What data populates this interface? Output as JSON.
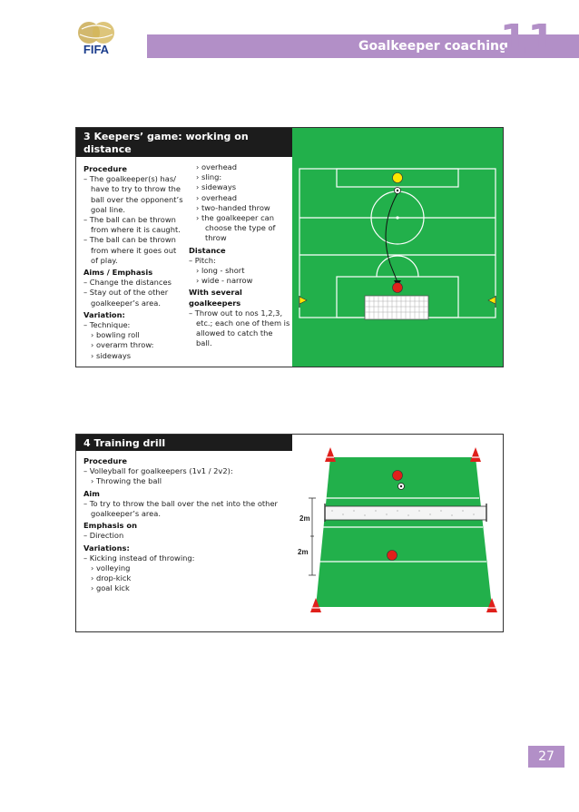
{
  "header": {
    "logo_text": "FIFA",
    "title": "Goalkeeper coaching",
    "chapter": "11"
  },
  "section3": {
    "title_line1": "3  Keepers’ game: working on distance",
    "title_line2": "(+ direction)",
    "col1": [
      {
        "t": "h",
        "text": "Procedure"
      },
      {
        "t": "d",
        "text": "– The goalkeeper(s) has/ have to try to throw the ball over the opponent’s goal line."
      },
      {
        "t": "d",
        "text": "– The ball can be thrown from where it is caught."
      },
      {
        "t": "d",
        "text": "– The ball can be thrown from where it goes out of play."
      },
      {
        "t": "h",
        "text": "Aims / Emphasis"
      },
      {
        "t": "d",
        "text": "– Change the distances"
      },
      {
        "t": "d",
        "text": "– Stay out of the other goalkeeper’s area."
      },
      {
        "t": "h",
        "text": "Variation:"
      },
      {
        "t": "d",
        "text": "– Technique:"
      },
      {
        "t": "a",
        "text": "› bowling roll"
      },
      {
        "t": "a",
        "text": "› overarm throw:"
      },
      {
        "t": "a",
        "text": "› sideways"
      }
    ],
    "col2": [
      {
        "t": "a",
        "text": "› overhead"
      },
      {
        "t": "a",
        "text": "› sling:"
      },
      {
        "t": "a",
        "text": "› sideways"
      },
      {
        "t": "a",
        "text": "› overhead"
      },
      {
        "t": "a",
        "text": "› two-handed throw"
      },
      {
        "t": "a",
        "text": "› the goalkeeper can choose the type of throw"
      },
      {
        "t": "h",
        "text": "Distance"
      },
      {
        "t": "d",
        "text": "– Pitch:"
      },
      {
        "t": "a",
        "text": "› long - short"
      },
      {
        "t": "a",
        "text": "› wide - narrow"
      },
      {
        "t": "h",
        "text": "With several goalkeepers"
      },
      {
        "t": "d",
        "text": "– Throw out to nos 1,2,3, etc.; each one of them is allowed to catch the ball."
      }
    ]
  },
  "section4": {
    "title": "4  Training drill",
    "col": [
      {
        "t": "h",
        "text": "Procedure"
      },
      {
        "t": "d",
        "text": "– Volleyball for goalkeepers (1v1 / 2v2):"
      },
      {
        "t": "a",
        "text": "› Throwing the ball"
      },
      {
        "t": "h",
        "text": "Aim"
      },
      {
        "t": "d",
        "text": "– To try to throw the ball over the net into the other goalkeeper’s area."
      },
      {
        "t": "h",
        "text": "Emphasis on"
      },
      {
        "t": "d",
        "text": "– Direction"
      },
      {
        "t": "h",
        "text": "Variations:"
      },
      {
        "t": "d",
        "text": "– Kicking instead of throwing:"
      },
      {
        "t": "a",
        "text": "› volleying"
      },
      {
        "t": "a",
        "text": "› drop-kick"
      },
      {
        "t": "a",
        "text": "› goal kick"
      }
    ],
    "dim_top": "2m",
    "dim_bottom": "2m"
  },
  "colors": {
    "accent": "#b28fc7",
    "pitch_green": "#22b04b",
    "player_red": "#e0201b",
    "player_yellow": "#ffe600"
  },
  "footer": {
    "page_number": "27"
  }
}
